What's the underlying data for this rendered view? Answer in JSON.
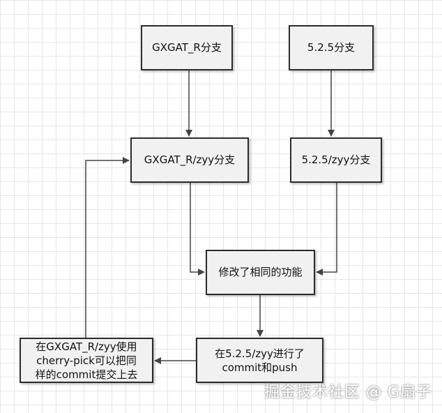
{
  "nodes": {
    "branch_gxgat_r": "GXGAT_R分支",
    "branch_525": "5.2.5分支",
    "branch_gxgat_r_zyy": "GXGAT_R/zyy分支",
    "branch_525_zyy": "5.2.5/zyy分支",
    "same_feature": "修改了相同的功能",
    "commit_push": [
      "在5.2.5/zyy进行了",
      "commit和push"
    ],
    "cherry_pick": [
      "在GXGAT_R/zyy使用",
      "cherry-pick可以把同",
      "样的commit提交上去"
    ]
  },
  "watermark": "掘金技术社区 @ G扇子",
  "colors": {
    "node_fill": "#f1f1f1",
    "node_border": "#2b2b2b",
    "arrow": "#444444",
    "grid": "#e6e6e6"
  }
}
